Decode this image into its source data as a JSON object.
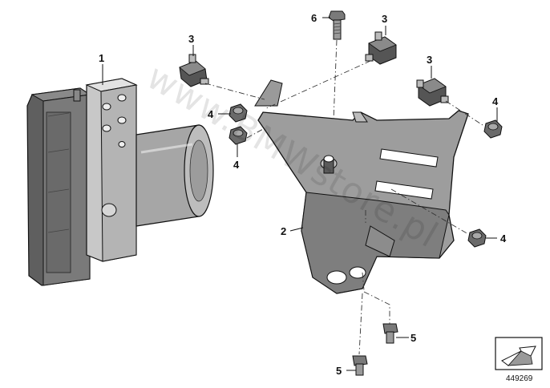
{
  "callouts": {
    "abs_unit": "1",
    "bracket": "2",
    "rubber_mount_a": "3",
    "rubber_mount_b": "3",
    "rubber_mount_c": "3",
    "nut_a": "4",
    "nut_b": "4",
    "nut_c": "4",
    "nut_d": "4",
    "screw_a": "5",
    "screw_b": "5",
    "bolt_top": "6"
  },
  "watermark": "www.BMWstore.pl",
  "reference_number": "449269",
  "icon": "arrow-view-direction-icon",
  "colors": {
    "part_dark": "#6f6f6f",
    "part_mid": "#9a9a9a",
    "part_light": "#c9c9c9",
    "outline": "#111111"
  }
}
